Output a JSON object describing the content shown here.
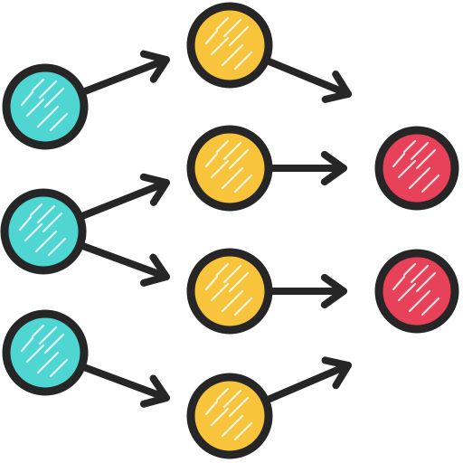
{
  "palette": {
    "outline": "#262626",
    "input": "#4fd6d3",
    "hidden": "#f7c43b",
    "output": "#e8415a",
    "sketch": "#ffffff"
  },
  "icon": "neural-network-flow-diagram-icon",
  "groups": [
    {
      "name": "input-layer",
      "count": 3,
      "color_key": "input"
    },
    {
      "name": "hidden-layer",
      "count": 4,
      "color_key": "hidden"
    },
    {
      "name": "output-layer",
      "count": 2,
      "color_key": "output"
    }
  ],
  "connections": [
    {
      "from": "input-1",
      "to": "hidden-1"
    },
    {
      "from": "input-2",
      "to": "hidden-2"
    },
    {
      "from": "input-2",
      "to": "hidden-3"
    },
    {
      "from": "input-3",
      "to": "hidden-4"
    },
    {
      "from": "hidden-1",
      "to": "output-0"
    },
    {
      "from": "hidden-2",
      "to": "output-1"
    },
    {
      "from": "hidden-3",
      "to": "output-2"
    },
    {
      "from": "hidden-4",
      "to": "output-3"
    }
  ]
}
